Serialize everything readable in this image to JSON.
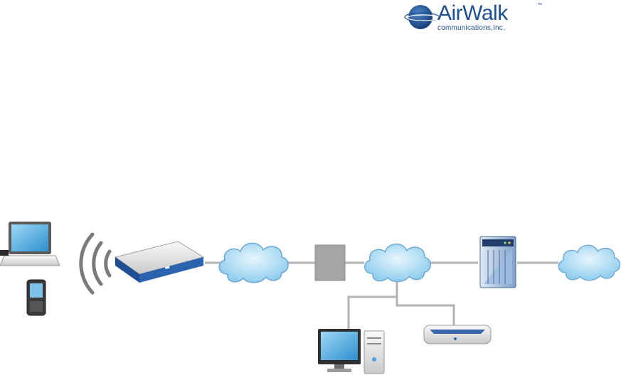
{
  "logo": {
    "name": "AirWalk",
    "trademark": "™",
    "subtitle": "communications,Inc.",
    "brand_color": "#1d4f92"
  },
  "colors": {
    "line": "#b3b3b3",
    "cloud_fill": "#bfe3f7",
    "cloud_stroke": "#6aa8d3",
    "box": "#a6a6a6"
  },
  "nodes": [
    {
      "id": "laptop",
      "icon": "laptop-icon"
    },
    {
      "id": "phone",
      "icon": "mobile-phone-icon"
    },
    {
      "id": "wireless",
      "icon": "wireless-signal-icon"
    },
    {
      "id": "access-point",
      "icon": "access-point-icon"
    },
    {
      "id": "cloud-1",
      "icon": "cloud-icon"
    },
    {
      "id": "gateway",
      "icon": "gateway-box-icon"
    },
    {
      "id": "cloud-2",
      "icon": "cloud-icon"
    },
    {
      "id": "server",
      "icon": "server-icon"
    },
    {
      "id": "cloud-3",
      "icon": "cloud-icon"
    },
    {
      "id": "desktop",
      "icon": "desktop-computer-icon"
    },
    {
      "id": "network-device",
      "icon": "network-device-icon"
    }
  ]
}
